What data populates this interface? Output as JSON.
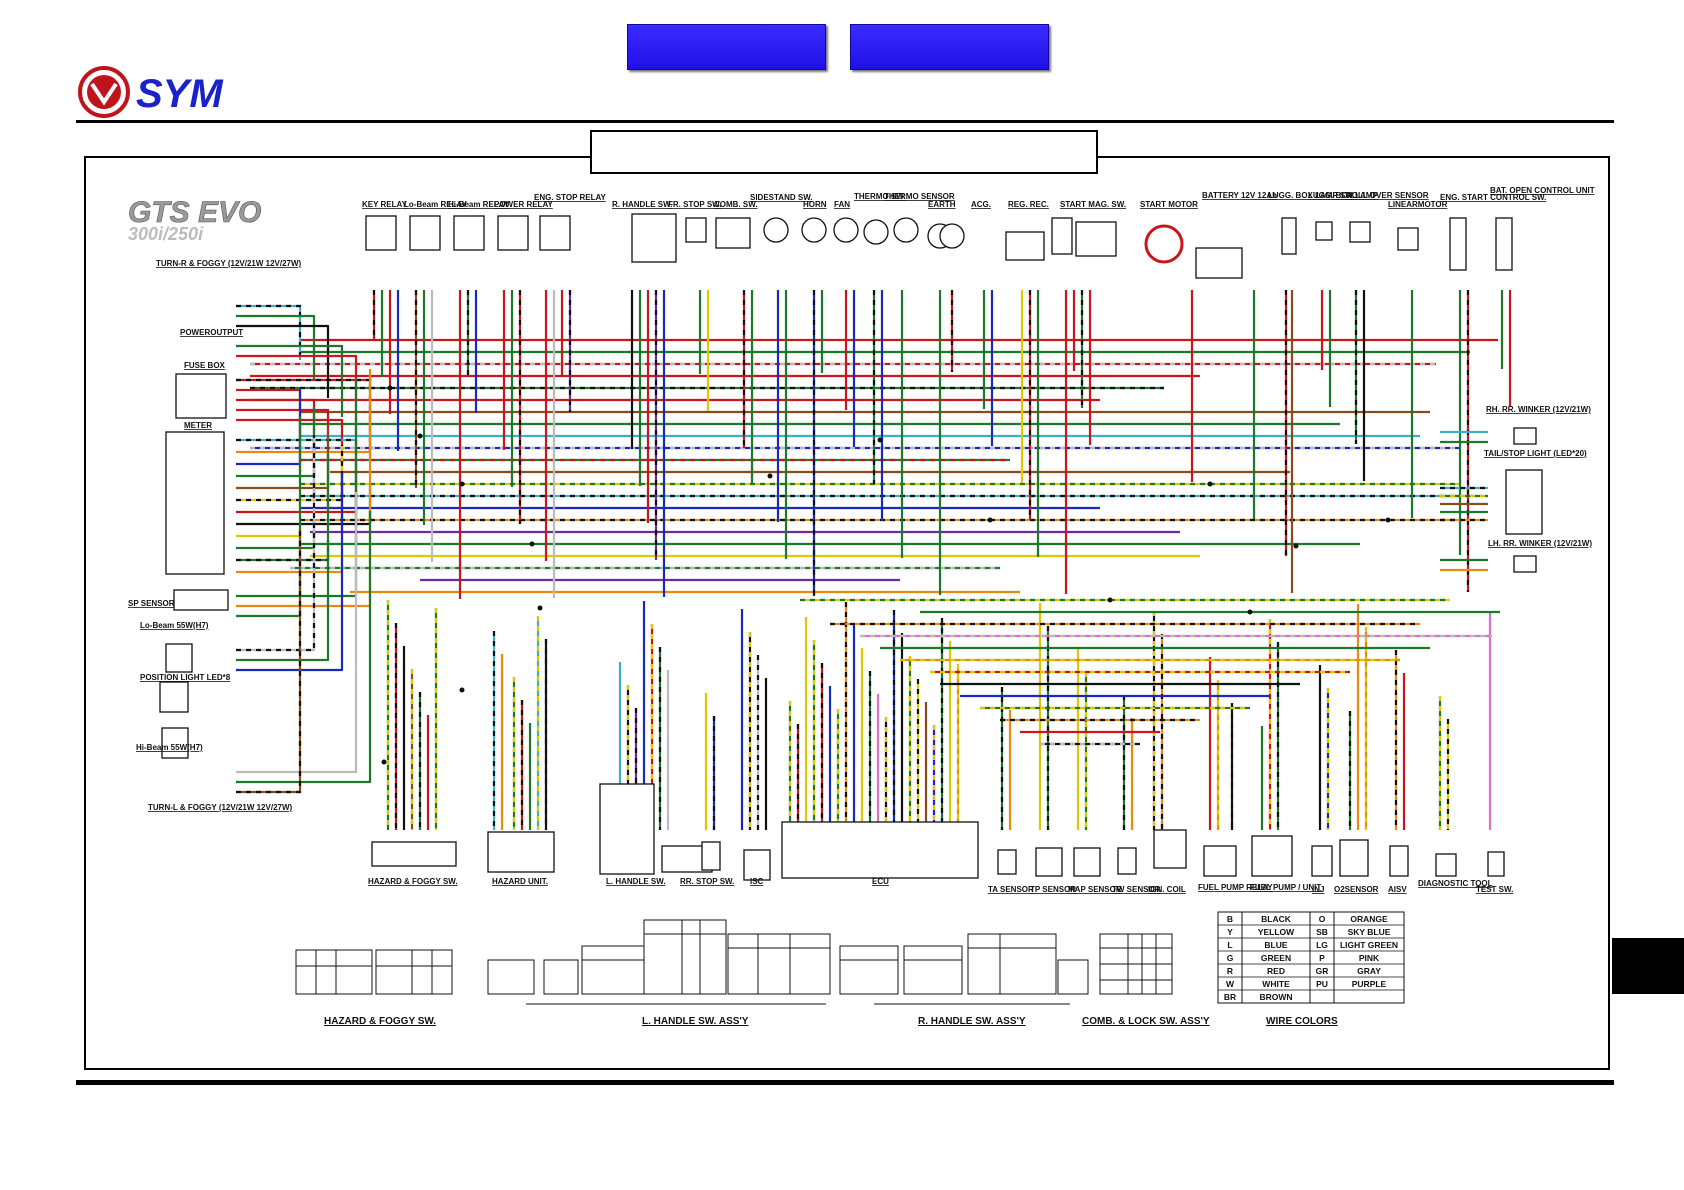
{
  "brand": {
    "name": "SYM",
    "color": "#1a23c8",
    "accent": "#c0141c"
  },
  "model": {
    "name": "GTS EVO",
    "sub": "300i/250i"
  },
  "top_labels": [
    "KEY RELAY",
    "Lo-Beam RELAY",
    "Hi-Beam RELAY",
    "POWER RELAY",
    "ENG. STOP RELAY",
    "R. HANDLE SW.",
    "FR. STOP SW.",
    "COMB. SW.",
    "SIDESTAND SW.",
    "HORN",
    "FAN",
    "THERMO SW.",
    "THERMO SENSOR",
    "EARTH",
    "ACG.",
    "REG. REC.",
    "START MAG. SW.",
    "START MOTOR",
    "BATTERY 12V 12Ah",
    "LUGG. BOX LAMP SW.",
    "LUGG. BOX LAMP",
    "ROLL OVER SENSOR",
    "LINEARMOTOR",
    "ENG. START CONTROL SW.",
    "BAT. OPEN CONTROL UNIT"
  ],
  "left_labels": [
    "TURN-R & FOGGY (12V/21W 12V/27W)",
    "POWEROUTPUT",
    "FUSE BOX",
    "METER",
    "SP SENSOR",
    "Lo-Beam 55W(H7)",
    "POSITION LIGHT LED*8",
    "Hi-Beam 55W(H7)",
    "TURN-L & FOGGY (12V/21W 12V/27W)"
  ],
  "right_labels": [
    "RH. RR. WINKER (12V/21W)",
    "TAIL/STOP LIGHT (LED*20)",
    "LH. RR. WINKER (12V/21W)"
  ],
  "bottom_labels": [
    "HAZARD & FOGGY SW.",
    "HAZARD UNIT.",
    "L. HANDLE SW.",
    "RR. STOP SW.",
    "ISC",
    "ECU",
    "TA SENSOR",
    "TP SENSOR",
    "MAP SENSOR",
    "TW SENSOR",
    "IGN. COIL",
    "FUEL PUMP RELAY",
    "FUEL PUMP / UNIT",
    "INJ",
    "O2SENSOR",
    "AISV",
    "DIAGNOSTIC TOOL",
    "TEST SW."
  ],
  "assembly_labels": [
    "HAZARD & FOGGY SW.",
    "L. HANDLE SW. ASS'Y",
    "R. HANDLE SW. ASS'Y",
    "COMB. & LOCK SW. ASS'Y",
    "WIRE COLORS"
  ],
  "wire_colors": [
    {
      "code": "B",
      "name": "BLACK",
      "code2": "O",
      "name2": "ORANGE"
    },
    {
      "code": "Y",
      "name": "YELLOW",
      "code2": "SB",
      "name2": "SKY BLUE"
    },
    {
      "code": "L",
      "name": "BLUE",
      "code2": "LG",
      "name2": "LIGHT GREEN"
    },
    {
      "code": "G",
      "name": "GREEN",
      "code2": "P",
      "name2": "PINK"
    },
    {
      "code": "R",
      "name": "RED",
      "code2": "GR",
      "name2": "GRAY"
    },
    {
      "code": "W",
      "name": "WHITE",
      "code2": "PU",
      "name2": "PURPLE"
    },
    {
      "code": "BR",
      "name": "BROWN",
      "code2": "",
      "name2": ""
    }
  ],
  "wire_palette": {
    "R": "#c8161c",
    "G": "#1a7a2a",
    "L": "#1a2ab8",
    "Y": "#e0c800",
    "SB": "#3ab0c8",
    "O": "#e88a10",
    "BR": "#8a4a1a",
    "P": "#e070c0",
    "GR": "#909090",
    "PU": "#6a2a9a",
    "B": "#111111",
    "W": "#bbbbbb",
    "LG": "#70c850"
  }
}
